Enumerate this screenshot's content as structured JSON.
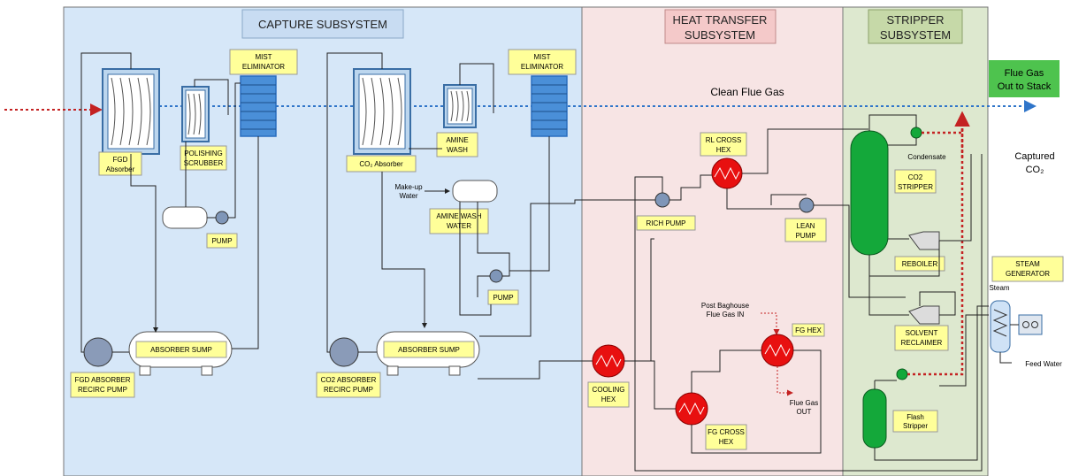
{
  "zones": {
    "capture": "CAPTURE SUBSYSTEM",
    "heat_transfer": [
      "HEAT TRANSFER",
      "SUBSYSTEM"
    ],
    "stripper": [
      "STRIPPER",
      "SUBSYSTEM"
    ]
  },
  "flows": {
    "clean_flue_gas": "Clean Flue Gas",
    "flue_gas_out": [
      "Flue Gas",
      "Out to Stack"
    ],
    "captured_co2": [
      "Captured",
      "CO₂"
    ],
    "post_baghouse": [
      "Post Baghouse",
      "Flue Gas IN"
    ],
    "flue_gas_out_small": [
      "Flue Gas",
      "OUT"
    ],
    "makeup_water": [
      "Make-up",
      "Water"
    ],
    "steam": "Steam",
    "feed_water": "Feed Water",
    "condensate": "Condensate"
  },
  "equipment": {
    "fgd_absorber": [
      "FGD",
      "Absorber"
    ],
    "polishing_scrubber": [
      "POLISHING",
      "SCRUBBER"
    ],
    "mist_eliminator_1": [
      "MIST",
      "ELIMINATOR"
    ],
    "pump_1": "PUMP",
    "fgd_recirc_pump": [
      "FGD ABSORBER",
      "RECIRC PUMP"
    ],
    "absorber_sump_1": "ABSORBER SUMP",
    "co2_absorber": "CO₂ Absorber",
    "amine_wash": [
      "AMINE",
      "WASH"
    ],
    "mist_eliminator_2": [
      "MIST",
      "ELIMINATOR"
    ],
    "amine_wash_water": [
      "AMINE WASH",
      "WATER"
    ],
    "pump_2": "PUMP",
    "co2_recirc_pump": [
      "CO2 ABSORBER",
      "RECIRC PUMP"
    ],
    "absorber_sump_2": "ABSORBER SUMP",
    "rl_cross_hex": [
      "RL CROSS",
      "HEX"
    ],
    "rich_pump": "RICH PUMP",
    "lean_pump": [
      "LEAN",
      "PUMP"
    ],
    "fg_hex": "FG HEX",
    "cooling_hex": [
      "COOLING",
      "HEX"
    ],
    "fg_cross_hex": [
      "FG CROSS",
      "HEX"
    ],
    "co2_stripper": [
      "CO2",
      "STRIPPER"
    ],
    "reboiler": "REBOILER",
    "solvent_reclaimer": [
      "SOLVENT",
      "RECLAIMER"
    ],
    "flash_stripper": [
      "Flash",
      "Stripper"
    ],
    "steam_generator": [
      "STEAM",
      "GENERATOR"
    ]
  },
  "colors": {
    "capture_bg": "#d6e7f8",
    "heat_bg": "#f7e4e4",
    "stripper_bg": "#dde8cf",
    "label_box": "#ffff99",
    "flue_gas_box": "#4ec34e",
    "gas_line": "#2f75c9",
    "co2_line": "#c42222",
    "hex_red": "#e81010",
    "stripper_green": "#14a83a"
  }
}
